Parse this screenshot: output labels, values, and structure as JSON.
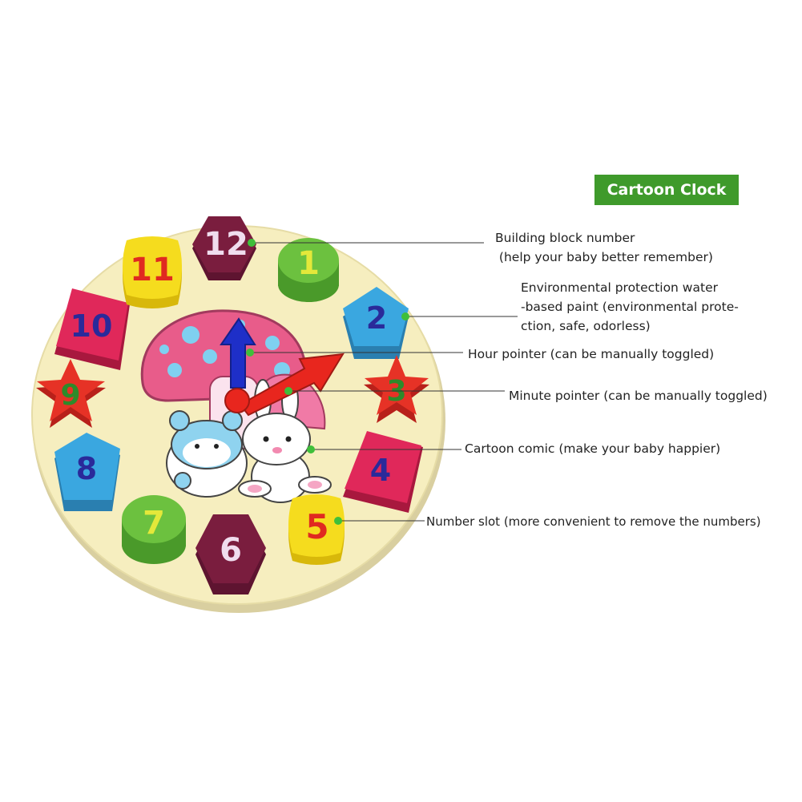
{
  "title": "Cartoon Clock",
  "numbers": [
    "12",
    "1",
    "2",
    "3",
    "4",
    "5",
    "6",
    "7",
    "8",
    "9",
    "10",
    "11"
  ],
  "callouts": {
    "block_number": {
      "line1": "Building block number",
      "line2": " (help your baby better remember)"
    },
    "paint": {
      "line1": "Environmental protection water",
      "line2": "-based paint (environmental prote-",
      "line3": "ction, safe, odorless)"
    },
    "hour": {
      "line1": "Hour pointer (can be manually toggled)"
    },
    "minute": {
      "line1": "Minute pointer (can be manually toggled)"
    },
    "comic": {
      "line1": "Cartoon comic (make your baby happier)"
    },
    "slot": {
      "line1": "Number slot (more convenient to remove the numbers)"
    }
  },
  "colors": {
    "title_bg": "#3f9a2b",
    "clock_face": "#f6eebf",
    "marker_dot": "#3fbf3a",
    "hour_hand": "#1e2fc8",
    "minute_hand": "#e8261e"
  }
}
